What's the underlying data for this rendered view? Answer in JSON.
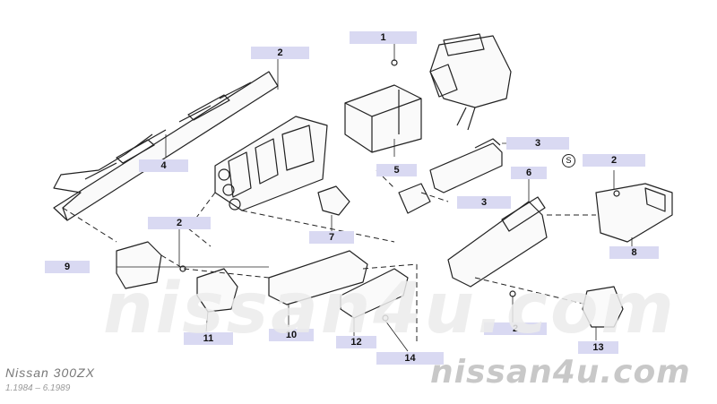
{
  "callouts": [
    "1",
    "2",
    "3",
    "3",
    "4",
    "5",
    "6",
    "2",
    "7",
    "2",
    "8",
    "9",
    "2",
    "10",
    "11",
    "12",
    "13",
    "14"
  ],
  "marks": {
    "circle_s": "S"
  },
  "watermark": {
    "big": "nissan4u.com",
    "small": "nissan4u.com"
  },
  "model": {
    "name": "Nissan 300ZX",
    "dates": "1.1984 – 6.1989"
  },
  "colors": {
    "callout_bg": "#d9d9f2",
    "line": "#222222"
  }
}
